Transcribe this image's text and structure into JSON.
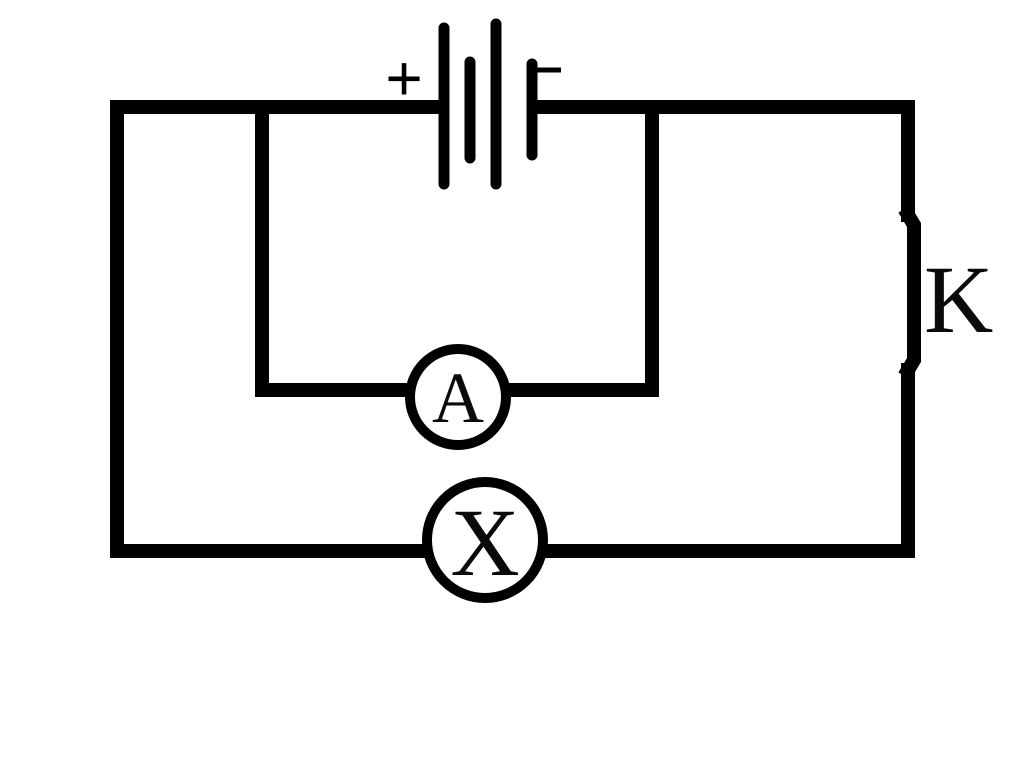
{
  "diagram": {
    "battery": {
      "positive_sign": "+",
      "negative_sign": "−"
    },
    "ammeter": {
      "label": "A"
    },
    "lamp": {
      "label": "X"
    },
    "switch": {
      "label": "K"
    }
  }
}
